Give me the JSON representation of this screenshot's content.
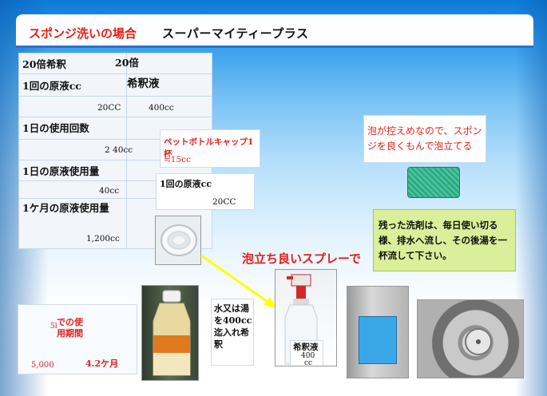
{
  "header": {
    "title_red": "スポンジ洗いの場合",
    "title_black": "スーパーマイティープラス"
  },
  "table": {
    "r1a": "20倍希釈",
    "r1b": "20倍",
    "r2a": "1回の原液cc",
    "r2b": "希釈液",
    "r3a": "20CC",
    "r3b": "400cc",
    "r4a": "1日の使用回数",
    "r4b": "2 40cc",
    "r5a": "1日の原液使用量",
    "r5b": "40cc",
    "r6a": "1ケ月の原液使用量",
    "r6b": "1,200cc"
  },
  "bottlecap_box": {
    "line1": "ペットボトルキャップ1杯",
    "line2": "≒15cc"
  },
  "once_box": {
    "label": "1回の原液cc",
    "value": "20CC"
  },
  "sponge_note": "泡が控えめなので、スポンジを良くもんで泡立てる",
  "leftover_note": "残った洗剤は、毎日使い切る様、排水へ流し、その後湯を一杯流して下さい。",
  "spray_label": "泡立ち良いスプレーで",
  "water_note": "水又は湯を400cc迄入れ希釈",
  "spray_tag": {
    "line1": "希釈液",
    "line2": "400",
    "line3": "cc"
  },
  "period_box": {
    "prefix": "5l",
    "line1": "での使",
    "line2": "用期間",
    "v1": "5,000",
    "v2": "4.2ケ月"
  },
  "colors": {
    "accent_red": "#e3201b",
    "note_green": "#d9ef9a",
    "rule_blue": "#2f6fd0"
  }
}
